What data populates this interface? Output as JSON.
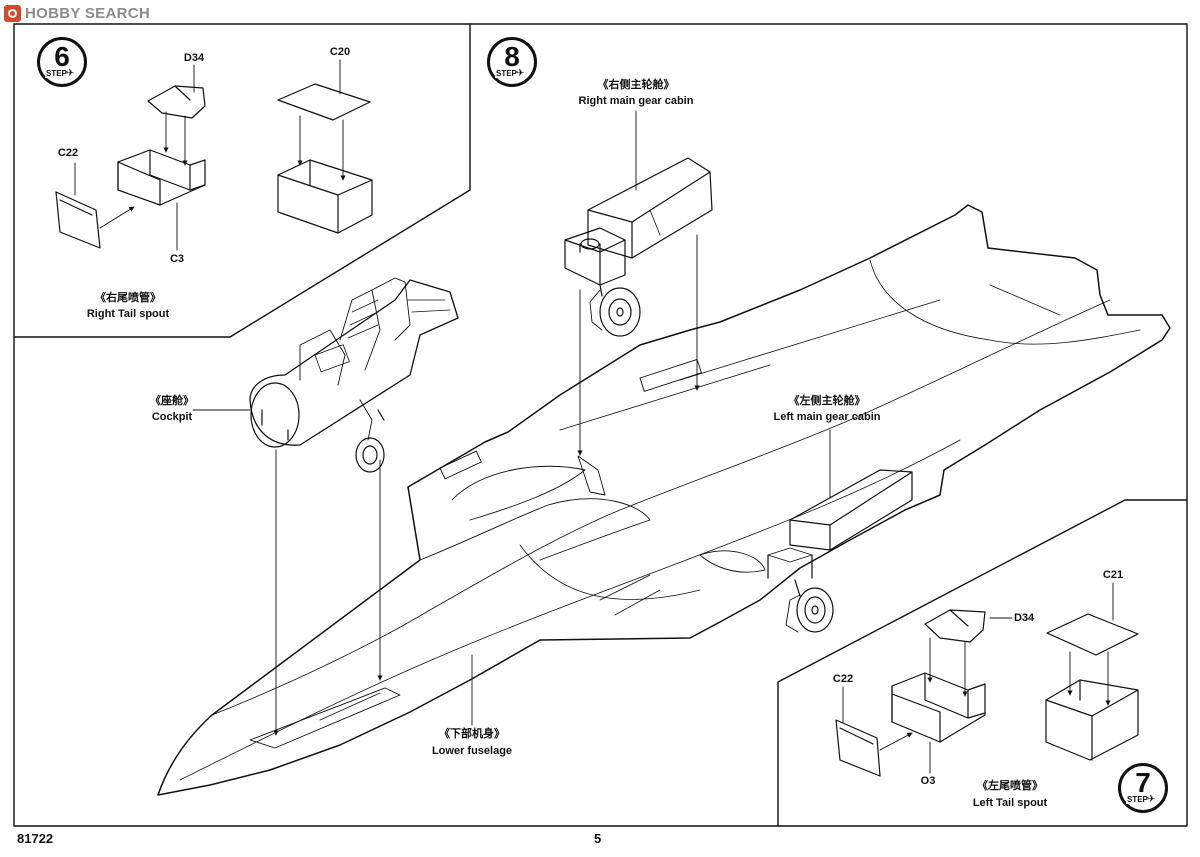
{
  "watermark": {
    "brand": "HOBBY SEARCH"
  },
  "steps": {
    "step6": {
      "number": "6",
      "word": "STEP"
    },
    "step8": {
      "number": "8",
      "word": "STEP"
    },
    "step7": {
      "number": "7",
      "word": "STEP"
    }
  },
  "step6": {
    "part_d34": "D34",
    "part_c20": "C20",
    "part_c22": "C22",
    "part_c3": "C3",
    "caption_cn": "《右尾喷管》",
    "caption_en": "Right Tail spout"
  },
  "step8": {
    "right_gear_cn": "《右侧主轮舱》",
    "right_gear_en": "Right main gear cabin",
    "cockpit_cn": "《座舱》",
    "cockpit_en": "Cockpit",
    "left_gear_cn": "《左侧主轮舱》",
    "left_gear_en": "Left main gear cabin",
    "lower_fuselage_cn": "《下部机身》",
    "lower_fuselage_en": "Lower fuselage"
  },
  "step7": {
    "part_c21": "C21",
    "part_d34": "D34",
    "part_c22": "C22",
    "part_o3": "O3",
    "caption_cn": "《左尾喷管》",
    "caption_en": "Left Tail spout"
  },
  "footer": {
    "kit_code": "81722",
    "page_number": "5"
  },
  "colors": {
    "ink": "#111111",
    "paper": "#ffffff",
    "watermark": "#8c8c8c",
    "badge": "#d24a2b"
  },
  "icons": [
    "jet-silhouette-icon",
    "hobby-search-logo-icon",
    "leader-arrow-icon"
  ]
}
